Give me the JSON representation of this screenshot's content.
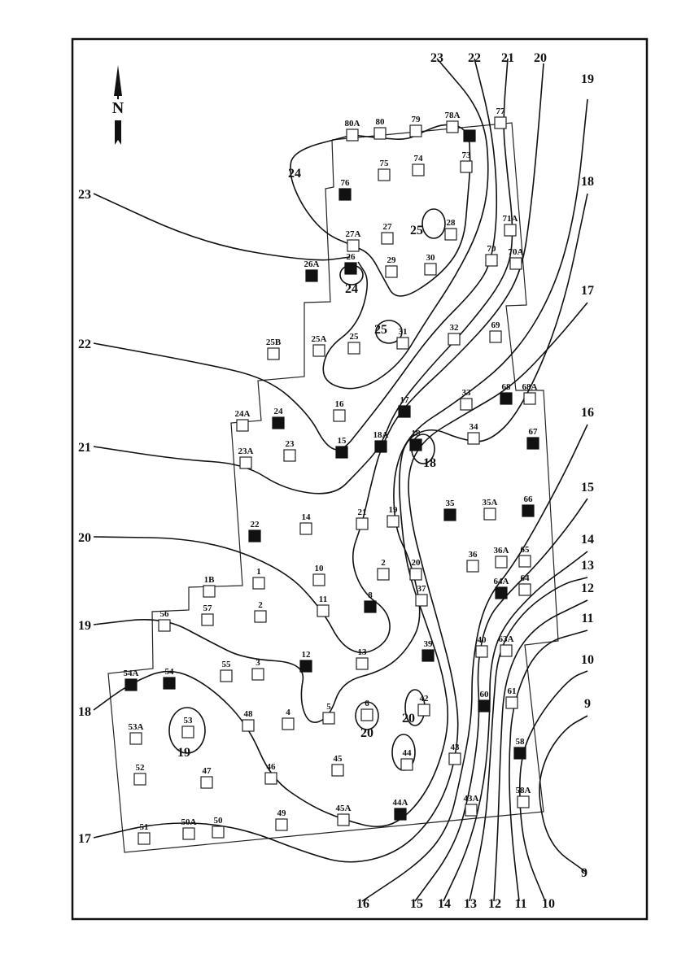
{
  "compass": {
    "label": "N"
  },
  "wells": [
    {
      "id": "80A",
      "filled": false
    },
    {
      "id": "80",
      "filled": false
    },
    {
      "id": "79",
      "filled": false
    },
    {
      "id": "78A",
      "filled": false
    },
    {
      "id": "",
      "filled": true
    },
    {
      "id": "77",
      "filled": false
    },
    {
      "id": "75",
      "filled": false
    },
    {
      "id": "74",
      "filled": false
    },
    {
      "id": "73",
      "filled": false
    },
    {
      "id": "76",
      "filled": true
    },
    {
      "id": "71A",
      "filled": false
    },
    {
      "id": "28",
      "filled": false
    },
    {
      "id": "27",
      "filled": false
    },
    {
      "id": "27A",
      "filled": false
    },
    {
      "id": "70",
      "filled": false
    },
    {
      "id": "70A",
      "filled": false
    },
    {
      "id": "26",
      "filled": true
    },
    {
      "id": "29",
      "filled": false
    },
    {
      "id": "30",
      "filled": false
    },
    {
      "id": "26A",
      "filled": true
    },
    {
      "id": "31",
      "filled": false
    },
    {
      "id": "32",
      "filled": false
    },
    {
      "id": "69",
      "filled": false
    },
    {
      "id": "25",
      "filled": false
    },
    {
      "id": "25A",
      "filled": false
    },
    {
      "id": "25B",
      "filled": false
    },
    {
      "id": "33",
      "filled": false
    },
    {
      "id": "68",
      "filled": true
    },
    {
      "id": "68A",
      "filled": false
    },
    {
      "id": "17",
      "filled": true
    },
    {
      "id": "16",
      "filled": false
    },
    {
      "id": "24A",
      "filled": false
    },
    {
      "id": "24",
      "filled": true
    },
    {
      "id": "34",
      "filled": false
    },
    {
      "id": "67",
      "filled": true
    },
    {
      "id": "18",
      "filled": true
    },
    {
      "id": "18A",
      "filled": true
    },
    {
      "id": "15",
      "filled": true
    },
    {
      "id": "23",
      "filled": false
    },
    {
      "id": "23A",
      "filled": false
    },
    {
      "id": "35",
      "filled": true
    },
    {
      "id": "35A",
      "filled": false
    },
    {
      "id": "66",
      "filled": true
    },
    {
      "id": "21",
      "filled": false
    },
    {
      "id": "19",
      "filled": false
    },
    {
      "id": "14",
      "filled": false
    },
    {
      "id": "22",
      "filled": true
    },
    {
      "id": "36",
      "filled": false
    },
    {
      "id": "36A",
      "filled": false
    },
    {
      "id": "65",
      "filled": false
    },
    {
      "id": "2",
      "filled": false
    },
    {
      "id": "20",
      "filled": false
    },
    {
      "id": "10",
      "filled": false
    },
    {
      "id": "1",
      "filled": false
    },
    {
      "id": "1B",
      "filled": false
    },
    {
      "id": "64A",
      "filled": true
    },
    {
      "id": "64",
      "filled": false
    },
    {
      "id": "37",
      "filled": false
    },
    {
      "id": "8",
      "filled": true
    },
    {
      "id": "11",
      "filled": false
    },
    {
      "id": "2",
      "filled": false
    },
    {
      "id": "57",
      "filled": false
    },
    {
      "id": "56",
      "filled": false
    },
    {
      "id": "39",
      "filled": true
    },
    {
      "id": "40",
      "filled": false
    },
    {
      "id": "63A",
      "filled": false
    },
    {
      "id": "13",
      "filled": false
    },
    {
      "id": "12",
      "filled": true
    },
    {
      "id": "55",
      "filled": false
    },
    {
      "id": "3",
      "filled": false
    },
    {
      "id": "54A",
      "filled": true
    },
    {
      "id": "54",
      "filled": true
    },
    {
      "id": "60",
      "filled": true
    },
    {
      "id": "61",
      "filled": false
    },
    {
      "id": "42",
      "filled": false
    },
    {
      "id": "6",
      "filled": false
    },
    {
      "id": "5",
      "filled": false
    },
    {
      "id": "4",
      "filled": false
    },
    {
      "id": "48",
      "filled": false
    },
    {
      "id": "53",
      "filled": false
    },
    {
      "id": "53A",
      "filled": false
    },
    {
      "id": "58",
      "filled": true
    },
    {
      "id": "44",
      "filled": false
    },
    {
      "id": "43",
      "filled": false
    },
    {
      "id": "45",
      "filled": false
    },
    {
      "id": "46",
      "filled": false
    },
    {
      "id": "52",
      "filled": false
    },
    {
      "id": "47",
      "filled": false
    },
    {
      "id": "58A",
      "filled": false
    },
    {
      "id": "43A",
      "filled": false
    },
    {
      "id": "44A",
      "filled": true
    },
    {
      "id": "45A",
      "filled": false
    },
    {
      "id": "49",
      "filled": false
    },
    {
      "id": "50",
      "filled": false
    },
    {
      "id": "50A",
      "filled": false
    },
    {
      "id": "51",
      "filled": false
    }
  ],
  "contour_labels": [
    "23",
    "22",
    "21",
    "20",
    "19",
    "18",
    "17",
    "16",
    "15",
    "14",
    "13",
    "12",
    "11",
    "10",
    "9",
    "23",
    "22",
    "21",
    "20",
    "19",
    "18",
    "17",
    "16",
    "15",
    "14",
    "13",
    "12",
    "11",
    "10",
    "9",
    "24",
    "24",
    "25",
    "25",
    "18",
    "19",
    "20",
    "20"
  ]
}
